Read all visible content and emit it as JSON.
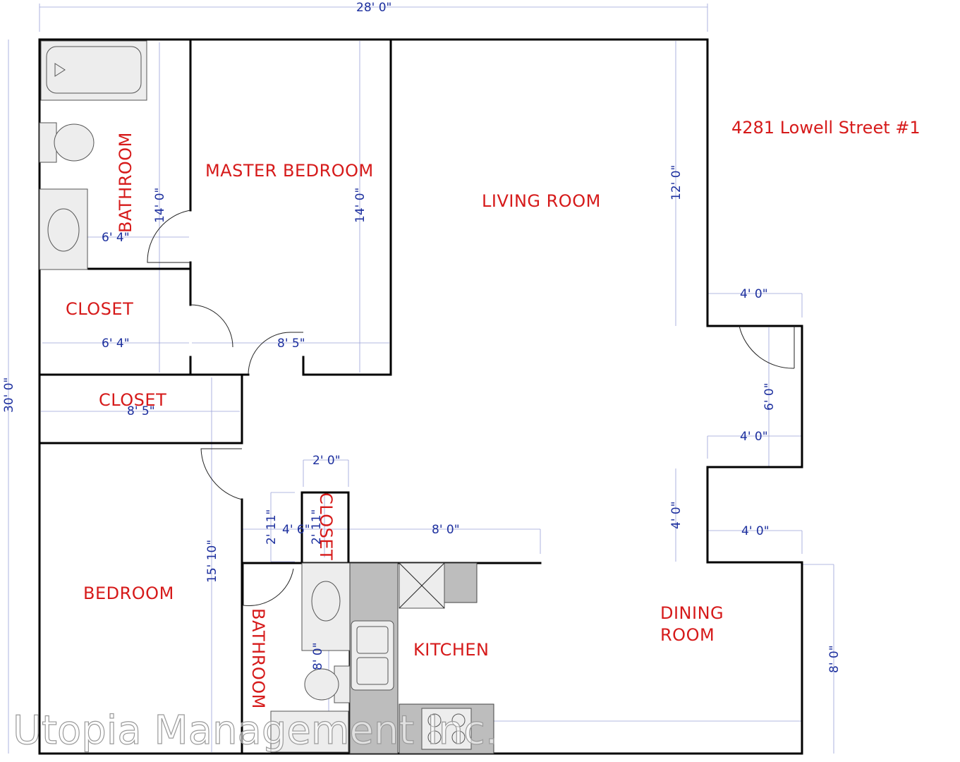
{
  "address": "4281 Lowell Street #1",
  "watermark": "Utopia Management Inc.",
  "rooms": {
    "bathroom_top": "BATHROOM",
    "master_bedroom": "MASTER BEDROOM",
    "living_room": "LIVING ROOM",
    "closet_1": "CLOSET",
    "closet_2": "CLOSET",
    "closet_small": "CLOSET",
    "bedroom": "BEDROOM",
    "bathroom_bottom": "BATHROOM",
    "kitchen": "KITCHEN",
    "dining_line1": "DINING",
    "dining_line2": "ROOM"
  },
  "dimensions": {
    "overall_width": "28' 0\"",
    "overall_height": "30' 0\"",
    "bath_top_width": "6' 4\"",
    "bath_top_height": "14' 0\"",
    "master_height": "14' 0\"",
    "closet_1_width": "6' 4\"",
    "master_closet_width": "8' 5\"",
    "closet_2_width": "8' 5\"",
    "living_height": "12' 0\"",
    "bump_top_width": "4' 0\"",
    "bump_height": "6' 0\"",
    "bump_bottom_width": "4' 0\"",
    "dining_bump_height": "4' 0\"",
    "dining_bump_width": "4' 0\"",
    "dining_height": "8' 0\"",
    "small_closet_width": "2' 0\"",
    "small_closet_height": "2' 11\"",
    "bath_bottom_depth": "2' 11\"",
    "hall_width": "4' 6\"",
    "kitchen_width": "8' 0\"",
    "bedroom_height": "15' 10\"",
    "bath_bottom_height": "8' 0\""
  }
}
